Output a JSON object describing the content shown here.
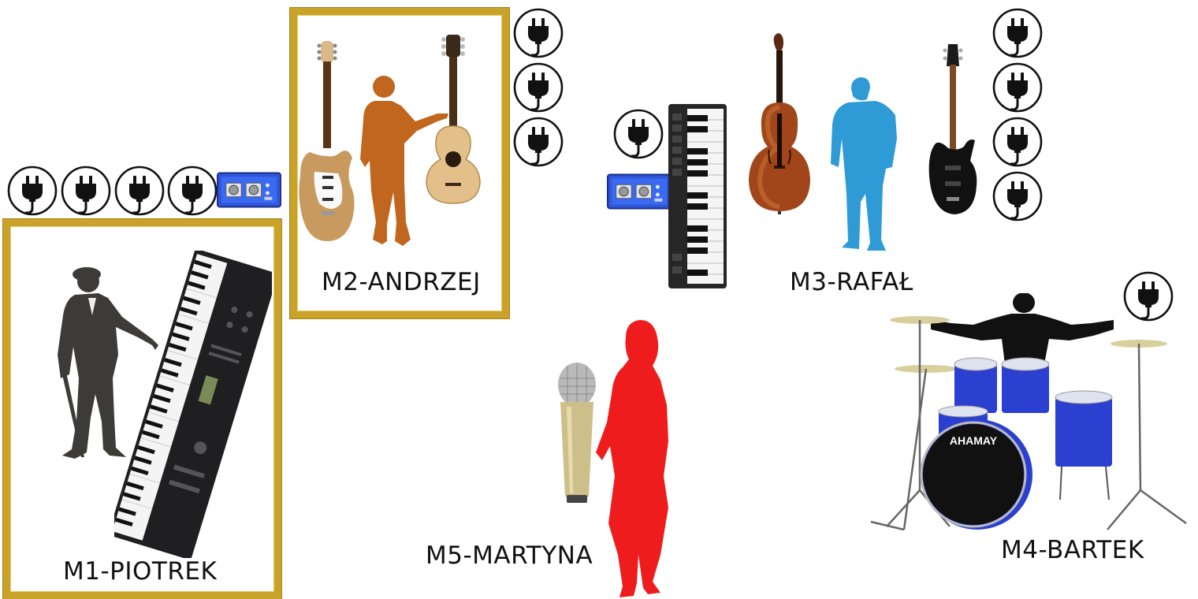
{
  "musicians": [
    {
      "id": "m1",
      "label": "M1-PIOTREK",
      "figure_color": "#3d3b37",
      "instruments": [
        "stage-piano"
      ],
      "power_outlets": 4,
      "di_boxes": 1
    },
    {
      "id": "m2",
      "label": "M2-ANDRZEJ",
      "figure_color": "#c0661f",
      "instruments": [
        "electric-guitar",
        "acoustic-guitar"
      ],
      "power_outlets": 3,
      "di_boxes": 0
    },
    {
      "id": "m3",
      "label": "M3-RAFAŁ",
      "figure_color": "#2f9bd6",
      "instruments": [
        "midi-keyboard",
        "double-bass",
        "bass-guitar"
      ],
      "power_outlets": 5,
      "di_boxes": 1
    },
    {
      "id": "m4",
      "label": "M4-BARTEK",
      "figure_color": "#111111",
      "instruments": [
        "drum-kit"
      ],
      "power_outlets": 1,
      "di_boxes": 0
    },
    {
      "id": "m5",
      "label": "M5-MARTYNA",
      "figure_color": "#ee1c1c",
      "instruments": [
        "microphone"
      ],
      "power_outlets": 0,
      "di_boxes": 0
    }
  ],
  "drum_brand": "AHAMAY",
  "colors": {
    "frame_gold": "#c9a22a",
    "di_box_blue": "#2f56d9",
    "drum_shell": "#2b3fd0"
  },
  "icons": {
    "power": "power-plug-icon",
    "di": "di-box-icon"
  }
}
